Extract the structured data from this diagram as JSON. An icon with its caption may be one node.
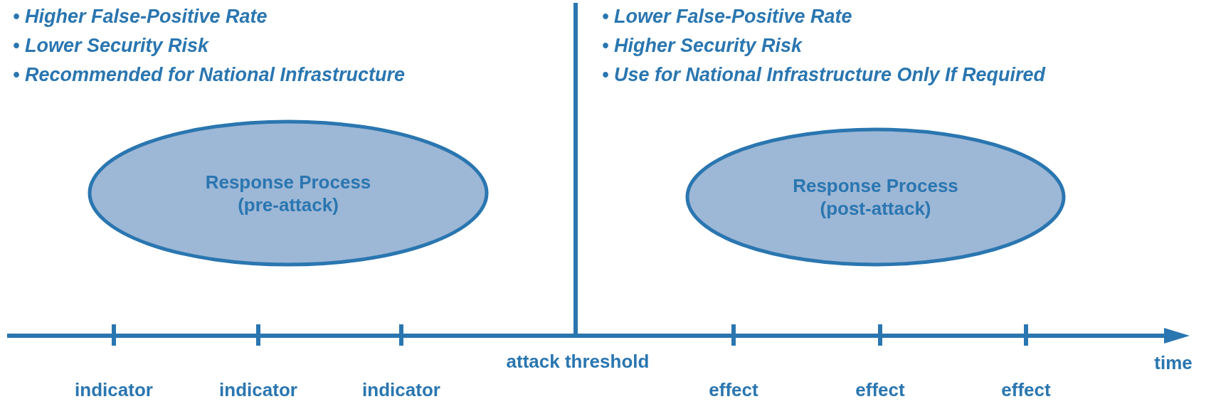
{
  "diagram": {
    "nodes": [
      {
        "text": [
          "Response Process (pre-attack)"
        ]
      },
      {
        "text": [
          "Response Process (post-attack)"
        ]
      }
    ],
    "labels": [
      "• Higher False-Positive Rate",
      "• Lower Security Risk",
      "• Recommended for National Infrastructure",
      "• Lower False-Positive Rate",
      "• Higher Security Risk",
      "• Use for National Infrastructure Only If Required",
      "indicator",
      "indicator",
      "indicator",
      "attack threshold",
      "effect",
      "effect",
      "effect",
      "time"
    ]
  }
}
